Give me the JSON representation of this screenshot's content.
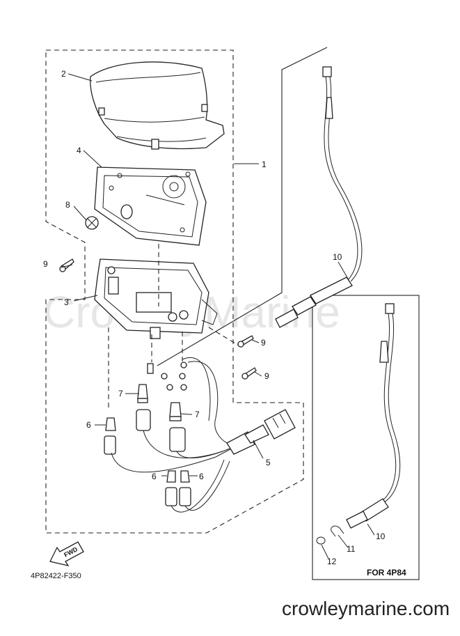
{
  "watermark": "CrowleyMarine",
  "callouts": {
    "c1": "1",
    "c2": "2",
    "c3": "3",
    "c4": "4",
    "c5": "5",
    "c6a": "6",
    "c6b": "6",
    "c6c": "6",
    "c7a": "7",
    "c7b": "7",
    "c8": "8",
    "c9a": "9",
    "c9b": "9",
    "c9c": "9",
    "c10a": "10",
    "c10b": "10",
    "c11": "11",
    "c12": "12"
  },
  "fwd_label": "FWD",
  "diagram_code": "4P82422-F350",
  "inset_note": "FOR 4P84",
  "site_name": "crowleymarine.com"
}
